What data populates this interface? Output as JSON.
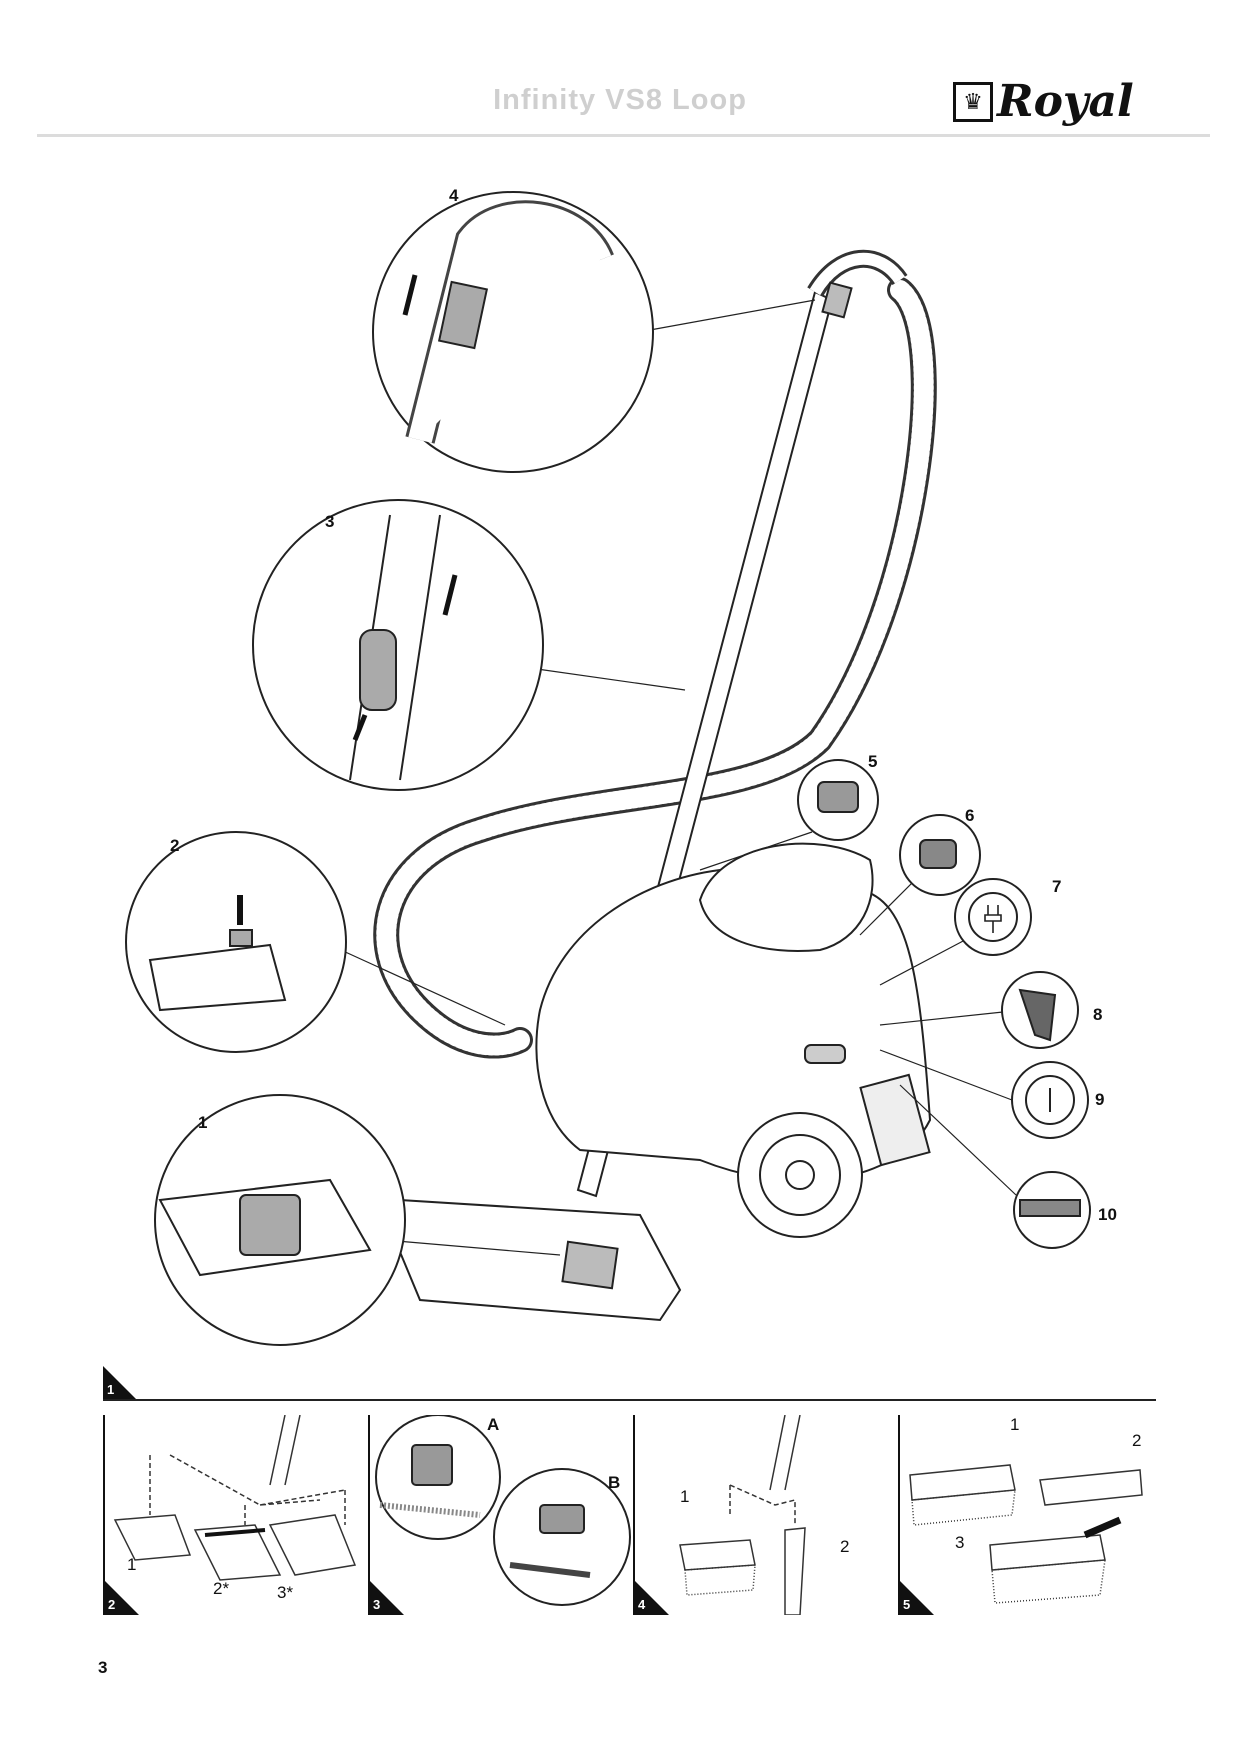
{
  "header": {
    "title": "Infinity VS8 Loop",
    "brand": "Royal"
  },
  "main_figure": {
    "callouts": [
      "1",
      "2",
      "3",
      "4",
      "5",
      "6",
      "7",
      "8",
      "9",
      "10"
    ]
  },
  "section": {
    "number": "1"
  },
  "panels": [
    {
      "number": "2",
      "labels": [
        "1",
        "2*",
        "3*"
      ]
    },
    {
      "number": "3",
      "labels": [
        "A",
        "B"
      ]
    },
    {
      "number": "4",
      "labels": [
        "1",
        "2"
      ]
    },
    {
      "number": "5",
      "labels": [
        "1",
        "2",
        "3"
      ]
    }
  ],
  "page_number": "3"
}
